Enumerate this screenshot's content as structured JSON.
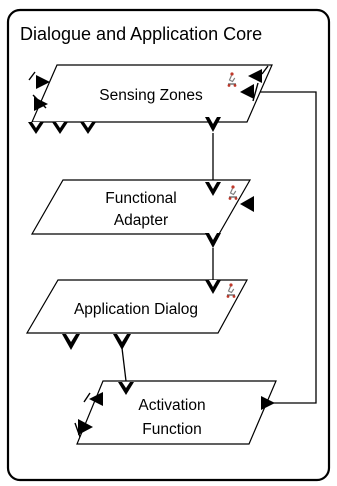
{
  "diagram": {
    "title": "Dialogue and Application Core",
    "blocks": {
      "sensing_zones": {
        "label": "Sensing Zones"
      },
      "functional_adapter": {
        "line1": "Functional",
        "line2": "Adapter"
      },
      "application_dialog": {
        "label": "Application Dialog"
      },
      "activation_function": {
        "line1": "Activation",
        "line2": "Function"
      }
    },
    "icon": "robot-arm-icon"
  }
}
